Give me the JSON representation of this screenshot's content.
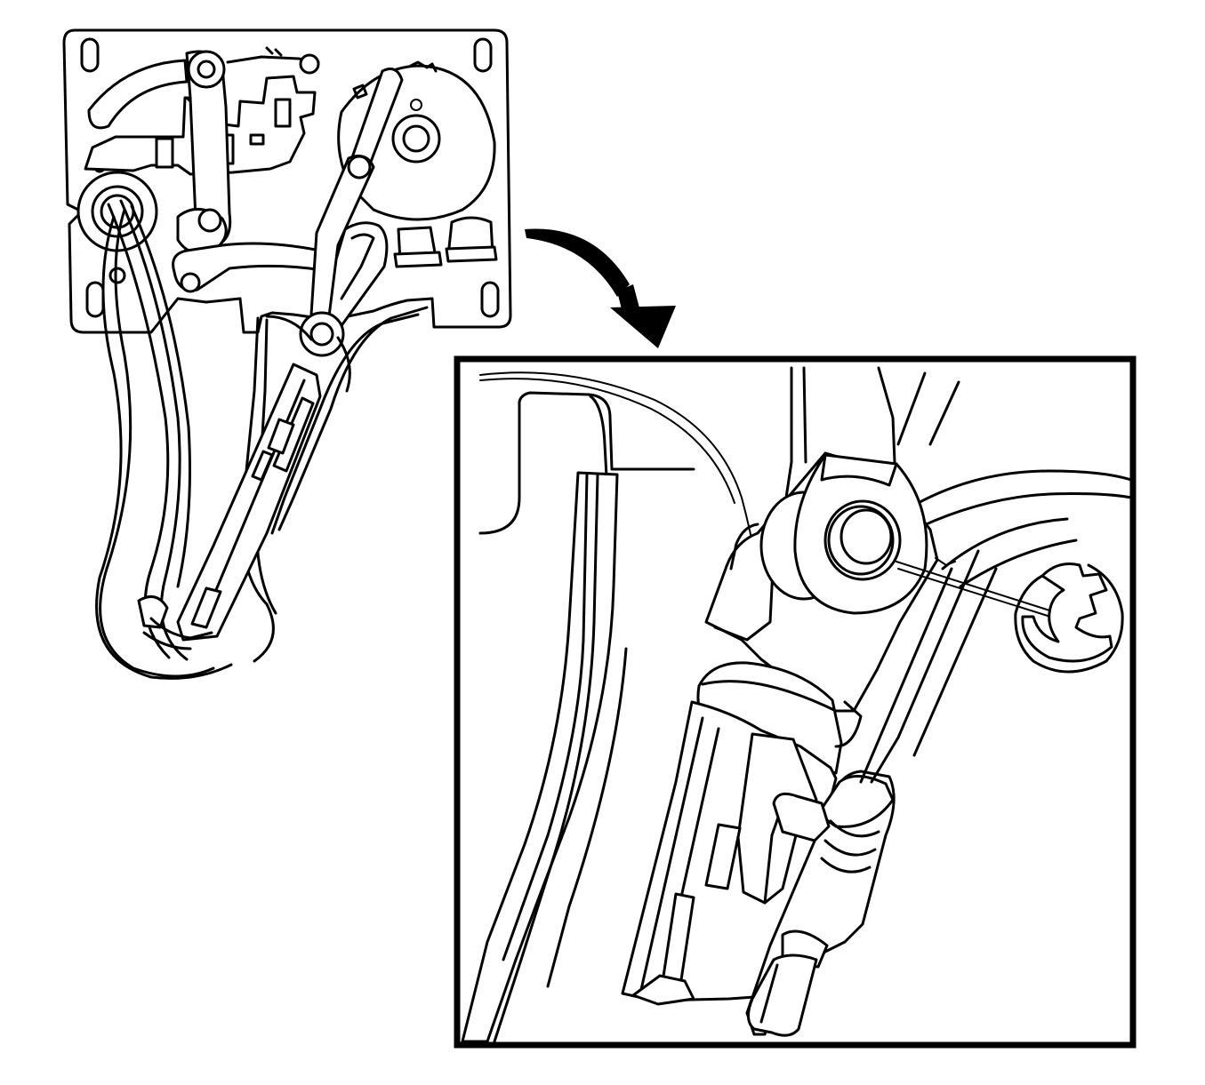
{
  "colors": {
    "line": "#000000",
    "background": "#ffffff"
  },
  "figure": {
    "overview": "seat-adjuster-mechanism",
    "detail": "pivot-pin-and-e-clip",
    "pointer": "curved-arrow"
  }
}
